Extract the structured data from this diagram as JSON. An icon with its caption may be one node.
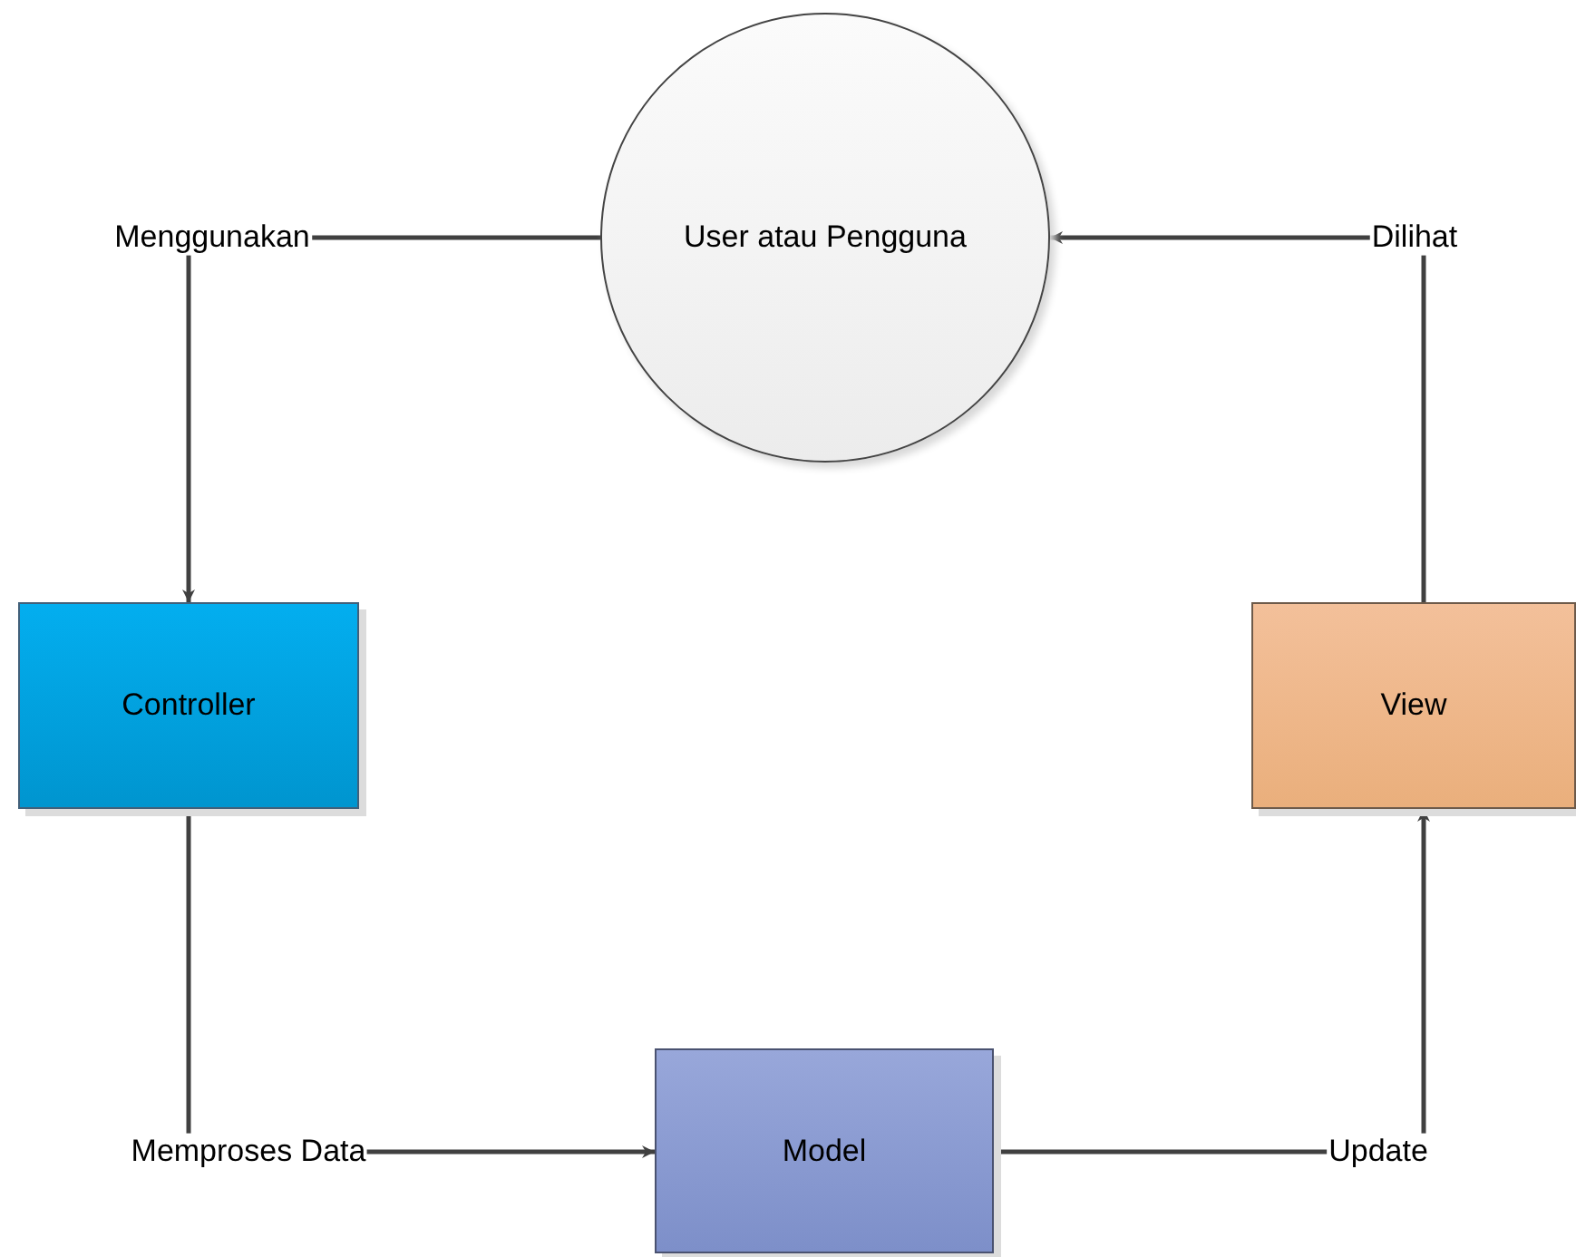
{
  "diagram": {
    "nodes": [
      {
        "text": [
          "User atau Pengguna"
        ]
      },
      {
        "text": [
          "Controller"
        ]
      },
      {
        "text": [
          "View"
        ]
      },
      {
        "text": [
          "Model"
        ]
      }
    ],
    "edges": [
      {
        "from": 0,
        "to": 1,
        "arrow": "to",
        "label": "Menggunakan"
      },
      {
        "from": 1,
        "to": 3,
        "arrow": "to",
        "label": "Memproses Data"
      },
      {
        "from": 3,
        "to": 2,
        "arrow": "to",
        "label": "Update"
      },
      {
        "from": 2,
        "to": 0,
        "arrow": "to",
        "label": "Dilihat"
      }
    ]
  }
}
